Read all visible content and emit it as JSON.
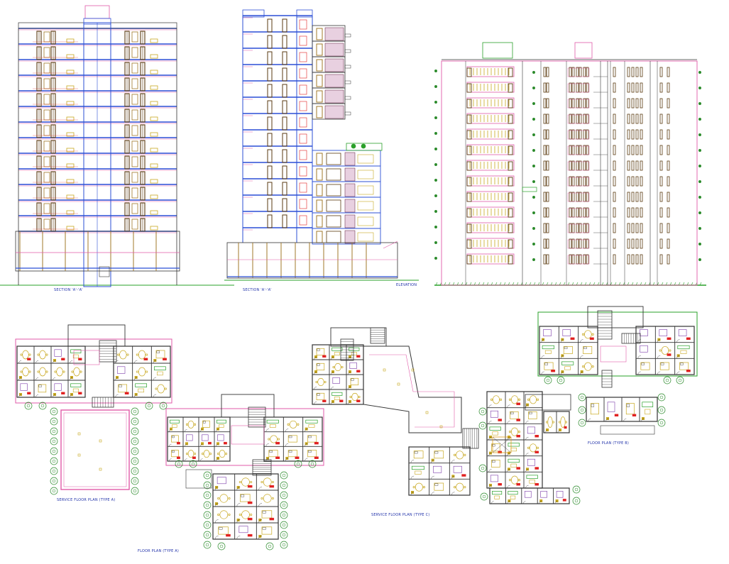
{
  "labels": {
    "section_aa_1": "SECTION 'A'-'A'",
    "section_aa_2": "SECTION 'A'-'A'",
    "elevation": "ELEVATION",
    "service_plan_a": "SERVICE FLOOR PLAN (TYPE A)",
    "floor_plan_a": "FLOOR PLAN (TYPE A)",
    "service_plan_c": "SERVICE FLOOR PLAN (TYPE C)",
    "floor_plan_b": "FLOOR PLAN (TYPE B)"
  },
  "drawing": {
    "floors": 13,
    "colors": {
      "section_line": "#2b4fd6",
      "wall": "#333333",
      "window": "#a0782a",
      "door": "#5a3a10",
      "pink": "#e05aa8",
      "ground": "#2aa02a",
      "furniture": "#c8a820",
      "red": "#e02020",
      "tree": "#2a8a2a"
    }
  }
}
